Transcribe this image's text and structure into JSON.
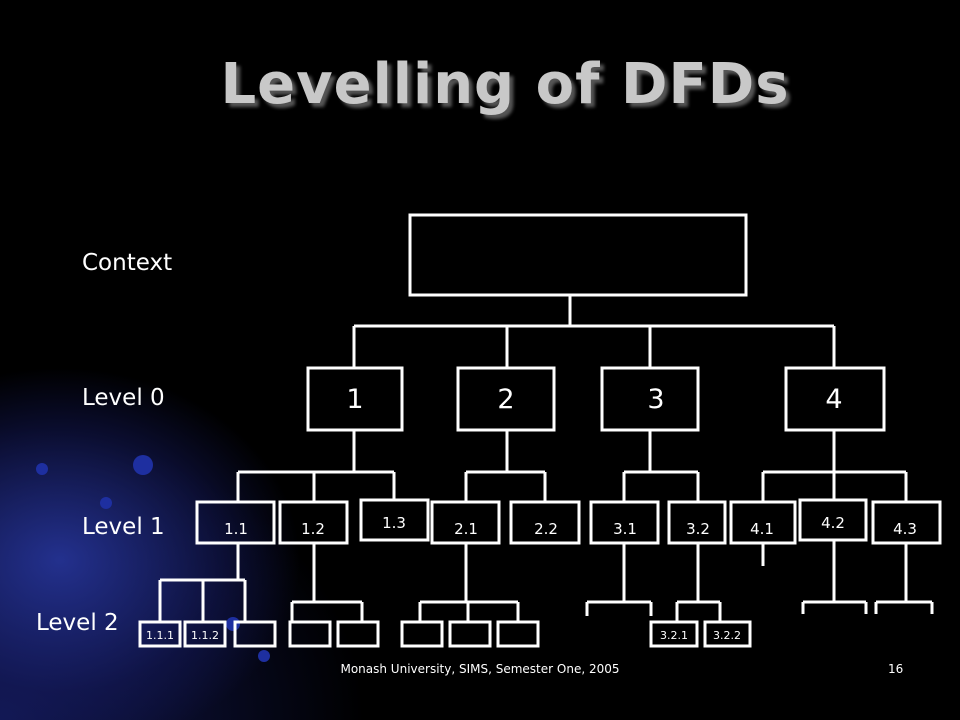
{
  "title": "Levelling of DFDs",
  "levels": {
    "context": "Context",
    "level0": "Level 0",
    "level1": "Level 1",
    "level2": "Level 2"
  },
  "level0_boxes": [
    "1",
    "2",
    "3",
    "4"
  ],
  "level1_boxes": [
    "1.1",
    "1.2",
    "1.3",
    "2.1",
    "2.2",
    "3.1",
    "3.2",
    "4.1",
    "4.2",
    "4.3"
  ],
  "level2_boxes": [
    "1.1.1",
    "1.1.2",
    "",
    "",
    "",
    "",
    "",
    "",
    "3.2.1",
    "3.2.2"
  ],
  "footer": "Monash University, SIMS, Semester One, 2005",
  "page_number": "16",
  "colors": {
    "background": "#000000",
    "lines": "#ffffff",
    "title": "#c8c8c8"
  }
}
